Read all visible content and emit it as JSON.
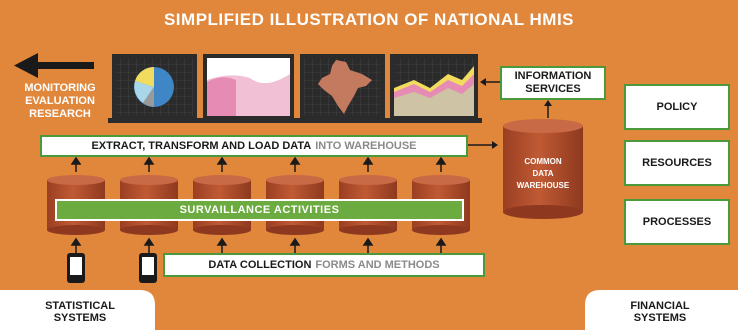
{
  "title": "SIMPLIFIED ILLUSTRATION OF NATIONAL HMIS",
  "monitoring": [
    "MONITORING",
    "EVALUATION",
    "RESEARCH"
  ],
  "information_services": [
    "INFORMATION",
    "SERVICES"
  ],
  "etl": {
    "bold": "EXTRACT, TRANSFORM AND LOAD DATA",
    "grey": "INTO WAREHOUSE"
  },
  "warehouse": [
    "COMMON",
    "DATA",
    "WAREHOUSE"
  ],
  "surveillance": "SURVAILLANCE ACTIVITIES",
  "data_collection": {
    "bold": "DATA COLLECTION",
    "grey": "FORMS AND METHODS"
  },
  "right_boxes": [
    "POLICY",
    "RESOURCES",
    "PROCESSES"
  ],
  "statistical": [
    "STATISTICAL",
    "SYSTEMS"
  ],
  "financial": [
    "FINANCIAL",
    "SYSTEMS"
  ],
  "colors": {
    "background": "#e0873b",
    "cylinder": "#b34f2c",
    "green": "#4a9a3c",
    "monitor_bezel": "#2b2b2b",
    "screen": "#ffffff"
  },
  "icons": [
    "arrow-left-icon",
    "pie-chart-icon",
    "area-chart-icon",
    "india-map-icon",
    "stacked-area-chart-icon",
    "mobile-device-icon"
  ]
}
